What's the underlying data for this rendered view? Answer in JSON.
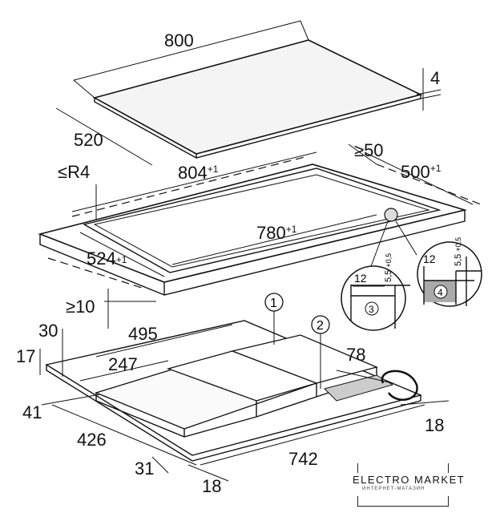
{
  "drawing": {
    "top_panel": {
      "width": "800",
      "depth": "520",
      "thickness": "4"
    },
    "cutout": {
      "radius": "≤R4",
      "length": "804",
      "length_tol": "+1",
      "rear_clearance": "≥50",
      "depth": "500",
      "depth_tol": "+1",
      "inner_length": "780",
      "inner_length_tol": "+1",
      "inner_depth": "524",
      "inner_depth_tol": "+1",
      "front_clearance": "≥10"
    },
    "details": [
      {
        "number": "3",
        "width": "12",
        "depth": "5,5",
        "tol": "+0,5"
      },
      {
        "number": "4",
        "width": "12",
        "depth": "5,5",
        "tol": "+0,5"
      }
    ],
    "callouts": [
      "1",
      "2"
    ],
    "unit": {
      "zone_span": "495",
      "zone_half": "247",
      "height_total": "30",
      "height_body": "17",
      "connector": "78",
      "front_offset": "41",
      "depth": "426",
      "edge": "31",
      "side_left": "18",
      "length": "742",
      "side_right": "18"
    }
  },
  "logo": {
    "name": "ELECTRO MARKET",
    "subtitle": "ИНТЕРНЕТ-МАГАЗИН"
  }
}
